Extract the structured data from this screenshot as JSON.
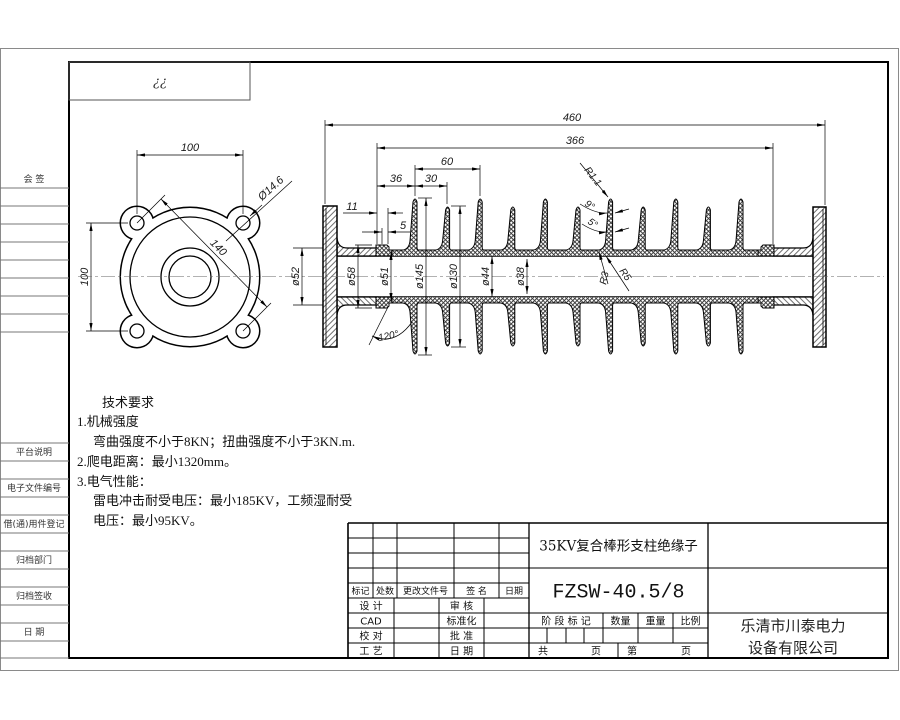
{
  "frame": {
    "title_box_text": "¿¿"
  },
  "sidebar": {
    "countersign_label": "会  签",
    "items": [
      "平台说明",
      "电子文件编号",
      "借(通)用件登记",
      "归档部门",
      "归档签收",
      "日    期"
    ]
  },
  "front_view": {
    "dimensions": {
      "bolt_spacing_horizontal": "100",
      "bolt_spacing_vertical": "100",
      "bolt_diagonal": "140",
      "bolt_hole": "Ø14.6"
    }
  },
  "side_view": {
    "sheds": {
      "large": 6,
      "small": 5
    },
    "dimensions": {
      "overall_length": "460",
      "sheath_length": "366",
      "shed_pitch": "60",
      "first_shed_offset": "36",
      "shed_spacing": "30",
      "fitting_step": "11",
      "seal_step": "5",
      "flange_hub_dia": "ø52",
      "seal_dia": "ø58",
      "sheath_end_dia": "ø51",
      "large_shed_dia": "ø145",
      "small_shed_dia": "ø130",
      "sheath_dia": "ø44",
      "core_dia": "ø38",
      "shed_angle": "120°",
      "tip_radius": "R1.1",
      "upper_angle": "9°",
      "lower_angle": "5°",
      "root_radius_small": "R3",
      "root_radius_large": "R5"
    }
  },
  "tech_requirements": {
    "title": "技术要求",
    "lines": [
      "1.机械强度",
      "弯曲强度不小于8KN；扭曲强度不小于3KN.m.",
      "2.爬电距离：最小1320mm。",
      "3.电气性能：",
      "雷电冲击耐受电压：最小185KV，工频湿耐受",
      "电压：最小95KV。"
    ]
  },
  "title_block": {
    "product_name": "35KV复合棒形支柱绝缘子",
    "drawing_number": "FZSW-40.5/8",
    "company_line1": "乐清市川泰电力",
    "company_line2": "设备有限公司",
    "revision_headers": [
      "标记",
      "处数",
      "更改文件号",
      "签  名",
      "日期"
    ],
    "approvals_left": [
      "设 计",
      "CAD",
      "校 对",
      "工 艺"
    ],
    "approvals_right": [
      "审 核",
      "标准化",
      "批 准",
      "日 期"
    ],
    "stage_headers": [
      "阶 段 标 记",
      "数量",
      "重量",
      "比例"
    ],
    "sheet_total_prefix": "共",
    "sheet_total_suffix": "页",
    "sheet_no_prefix": "第",
    "sheet_no_suffix": "页"
  }
}
